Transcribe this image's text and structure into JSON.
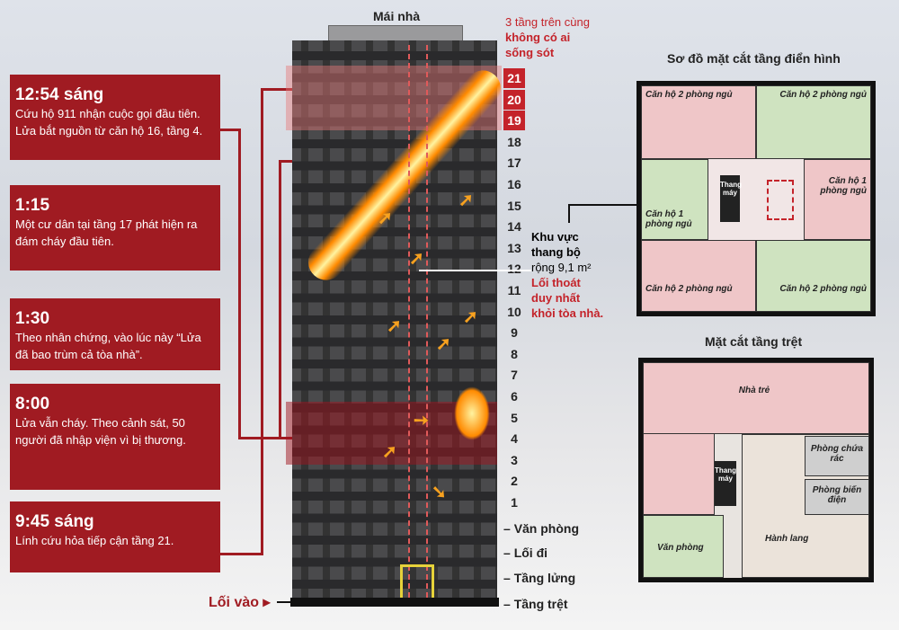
{
  "roof_label": "Mái nhà",
  "top_note": [
    "3 tầng trên cùng",
    "không có ai",
    "sống sót"
  ],
  "timeline": [
    {
      "time": "12:54 sáng",
      "desc": "Cứu hộ 911 nhận cuộc gọi đầu tiên. Lửa bắt nguồn từ căn hộ 16, tầng 4."
    },
    {
      "time": "1:15",
      "desc": "Một cư dân tại tầng 17 phát hiện ra đám cháy đầu tiên."
    },
    {
      "time": "1:30",
      "desc": "Theo nhân chứng, vào lúc này “Lửa đã bao trùm cả tòa nhà”."
    },
    {
      "time": "8:00",
      "desc": "Lửa vẫn cháy. Theo cảnh sát, 50 người đã nhập viện vì bị thương."
    },
    {
      "time": "9:45 sáng",
      "desc": "Lính cứu hỏa tiếp cận tầng 21."
    }
  ],
  "floors": [
    "21",
    "20",
    "19",
    "18",
    "17",
    "16",
    "15",
    "14",
    "13",
    "12",
    "11",
    "10",
    "9",
    "8",
    "7",
    "6",
    "5",
    "4",
    "3",
    "2",
    "1"
  ],
  "lower_levels": [
    "Văn phòng",
    "Lối đi",
    "Tầng lửng",
    "Tầng trệt"
  ],
  "entrance": "Lối vào",
  "stair_note": {
    "title1": "Khu vực",
    "title2": "thang bộ",
    "area": "rộng 9,1 m²",
    "exit1": "Lối thoát",
    "exit2": "duy nhất",
    "exit3": "khỏi tòa nhà."
  },
  "typical_plan": {
    "title": "Sơ đồ mặt cắt tầng điển hình",
    "rooms": [
      "Căn hộ 2 phòng ngủ",
      "Căn hộ 2 phòng ngủ",
      "Căn hộ 1 phòng ngủ",
      "Căn hộ 1 phòng ngủ",
      "Căn hộ 2 phòng ngủ",
      "Căn hộ 2 phòng ngủ"
    ],
    "elevator": "Thang máy"
  },
  "ground_plan": {
    "title": "Mặt cắt tầng trệt",
    "rooms": [
      "Nhà trẻ",
      "Phòng chứa rác",
      "Phòng biến điện",
      "Văn phòng",
      "Hành lang"
    ],
    "elevator": "Thang máy"
  }
}
